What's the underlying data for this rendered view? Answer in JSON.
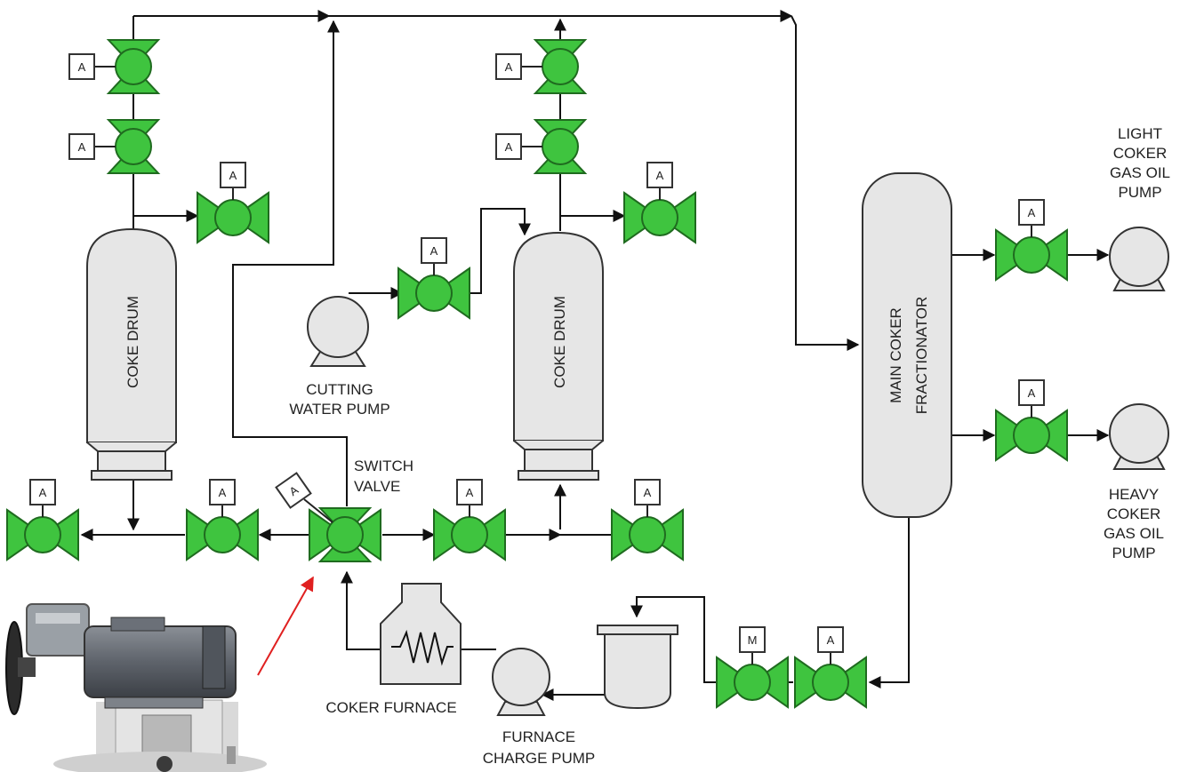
{
  "labels": {
    "coke_drum_left": "COKE DRUM",
    "coke_drum_right": "COKE DRUM",
    "main_fractionator_line1": "MAIN COKER",
    "main_fractionator_line2": "FRACTIONATOR",
    "cutting_pump_line1": "CUTTING",
    "cutting_pump_line2": "WATER PUMP",
    "switch_valve_line1": "SWITCH",
    "switch_valve_line2": "VALVE",
    "coker_furnace": "COKER FURNACE",
    "furnace_pump_line1": "FURNACE",
    "furnace_pump_line2": "CHARGE PUMP",
    "lcgo_line1": "LIGHT",
    "lcgo_line2": "COKER",
    "lcgo_line3": "GAS OIL",
    "lcgo_line4": "PUMP",
    "hcgo_line1": "HEAVY",
    "hcgo_line2": "COKER",
    "hcgo_line3": "GAS OIL",
    "hcgo_line4": "PUMP"
  },
  "actuator_tags": {
    "automated": "A",
    "manual": "M"
  },
  "colors": {
    "valve_fill": "#3fc43f",
    "valve_stroke": "#1f6b1f",
    "vessel_fill": "#e6e6e6",
    "pipe": "#111111",
    "pointer_arrow": "#e02020"
  }
}
